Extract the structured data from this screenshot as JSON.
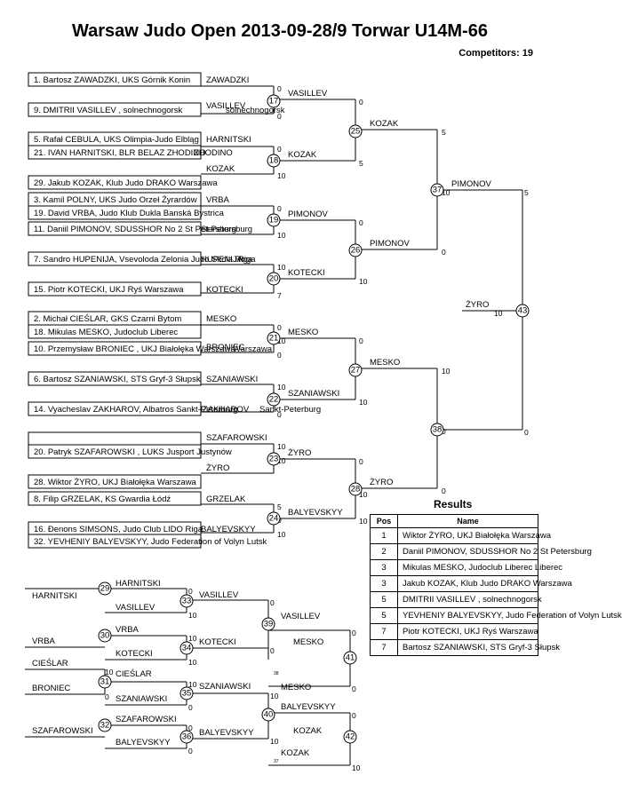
{
  "title": "Warsaw Judo Open  2013-09-28/9  Torwar    U14M-66",
  "competitors": "Competitors: 19",
  "entries": [
    "1. Bartosz ZAWADZKI, UKS Górnik Konin",
    "9. DMITRII VASILLEV , solnechnogorsk",
    "5. Rafał CEBULA, UKS Olimpia-Judo Elbląg",
    "21. IVAN HARNITSKI, BLR BELAZ ZHODINO",
    "29. Jakub KOZAK, Klub Judo DRAKO Warszawa",
    "3. Kamil POLNY, UKS Judo Orzeł Żyrardów",
    "19. David VRBA, Judo Klub Dukla Banská Bystrica",
    "11. Daniil PIMONOV, SDUSSHOR No 2 St Petersburg",
    "7. Sandro HUPENIJA, Vsevoloda Zelonia Judo Skola Riga",
    "15. Piotr KOTECKI, UKJ Ryś Warszawa",
    "2. Michał CIEŚLAR, GKS Czarni Bytom",
    "18. Mikulas MESKO, Judoclub Liberec",
    "10. Przemysław BRONIEC , UKJ Białołęka Warszawa",
    "6. Bartosz SZANIAWSKI, STS Gryf-3 Słupsk",
    "14. Vyacheslav ZAKHAROV, Albatros Sankt-Peterburg",
    "20. Patryk SZAFAROWSKI , LUKS Jusport Justynów",
    "28. Wiktor ŻYRO, UKJ Białołęka Warszawa",
    "8. Filip GRZELAK, KS Gwardia Łódź",
    "16. Ðenons SIMSONS, Judo Club LIDO Riga",
    "32. YEVHENIY BALYEVSKYY, Judo Federation of Volyn Lutsk"
  ],
  "overlaps": [
    "ZAWADZKI",
    "VASILLEV",
    "solnechnogorsk",
    "HARNITSKI",
    "ZHODINO",
    "KOZAK",
    "VRBA",
    "St Petersburg",
    "HUPENIJA",
    "Riga",
    "KOTECKI",
    "MESKO",
    "BRONIEC",
    "Warszawa",
    "SZANIAWSKI",
    "ZAKHAROV",
    "Sankt-Peterburg",
    "SZAFAROWSKI",
    "ŻYRO",
    "GRZELAK",
    "BALYEVSKYY"
  ],
  "winners": [
    "VASILLEV",
    "KOZAK",
    "PIMONOV",
    "KOTECKI",
    "MESKO",
    "SZANIAWSKI",
    "ŻYRO",
    "BALYEVSKYY",
    "KOZAK",
    "PIMONOV",
    "MESKO",
    "ŻYRO",
    "PIMONOV",
    "ŻYRO"
  ],
  "scores": [
    "0",
    "0",
    "0",
    "10",
    "0",
    "10",
    "10",
    "7",
    "0",
    "10",
    "0",
    "10",
    "0",
    "10",
    "10",
    "5",
    "0",
    "10",
    "0",
    "5",
    "0",
    "10",
    "0",
    "10",
    "0",
    "10",
    "10",
    "5",
    "0",
    "10",
    "0",
    "5",
    "0",
    "10",
    "0",
    "10"
  ],
  "match_numbers": [
    "17",
    "18",
    "19",
    "20",
    "21",
    "22",
    "23",
    "24",
    "25",
    "26",
    "27",
    "28",
    "37",
    "38",
    "43",
    "29",
    "30",
    "31",
    "32",
    "33",
    "34",
    "35",
    "36",
    "39",
    "40",
    "41",
    "42"
  ],
  "repechage": {
    "names": [
      "HARNITSKI",
      "HARNITSKI",
      "VASILLEV",
      "VASILLEV",
      "VASILLEV",
      "VRBA",
      "VRBA",
      "KOTECKI",
      "KOTECKI",
      "MESKO",
      "MESKO",
      "CIEŚLAR",
      "CIEŚLAR",
      "BRONIEC",
      "SZANIAWSKI",
      "SZANIAWSKI",
      "SZAFAROWSKI",
      "SZAFAROWSKI",
      "BALYEVSKYY",
      "BALYEVSKYY",
      "BALYEVSKYY",
      "KOZAK",
      "KOZAK"
    ],
    "scores": [
      "0",
      "10",
      "0",
      "0",
      "10",
      "10",
      "0",
      "0",
      "10",
      "0",
      "10",
      "0",
      "0",
      "0",
      "10",
      "10",
      "0",
      "10",
      "0",
      "10",
      "0",
      "10",
      "0",
      "10",
      "0",
      "5",
      "0",
      "10",
      "0",
      "10"
    ],
    "tiny": [
      "38",
      "37"
    ]
  },
  "results": {
    "title": "Results",
    "header_pos": "Pos",
    "header_name": "Name",
    "rows": [
      {
        "pos": "1",
        "name": "Wiktor ŻYRO, UKJ Białołęka Warszawa"
      },
      {
        "pos": "2",
        "name": "Daniil PIMONOV, SDUSSHOR No 2 St Petersburg"
      },
      {
        "pos": "3",
        "name": "Mikulas MESKO, Judoclub Liberec Liberec"
      },
      {
        "pos": "3",
        "name": "Jakub KOZAK, Klub Judo DRAKO Warszawa"
      },
      {
        "pos": "5",
        "name": "DMITRII VASILLEV , solnechnogorsk"
      },
      {
        "pos": "5",
        "name": "YEVHENIY BALYEVSKYY, Judo Federation of Volyn Lutsk"
      },
      {
        "pos": "7",
        "name": "Piotr KOTECKI, UKJ Ryś Warszawa"
      },
      {
        "pos": "7",
        "name": "Bartosz SZANIAWSKI, STS Gryf-3 Słupsk"
      }
    ]
  }
}
